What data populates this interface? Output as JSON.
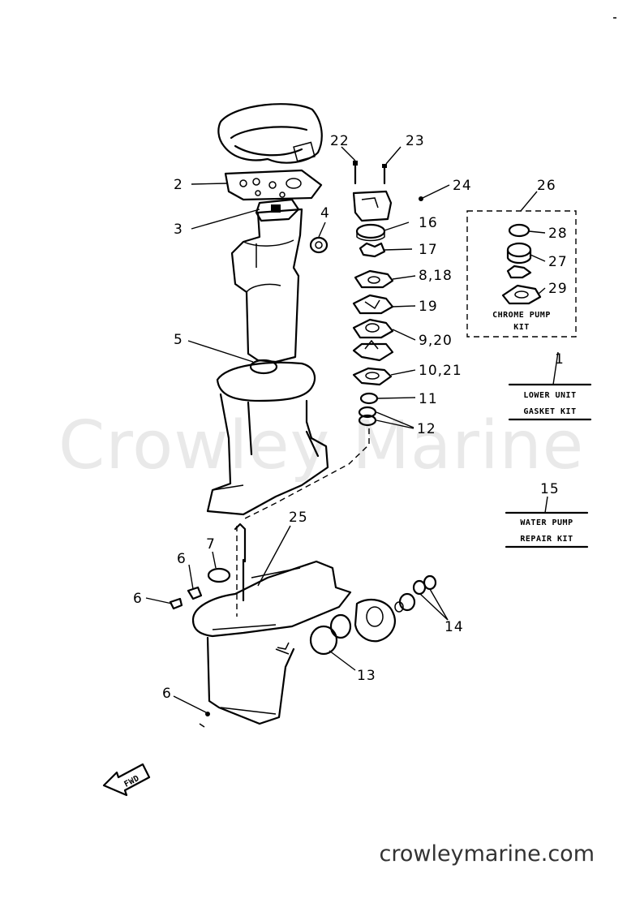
{
  "watermark": "Crowley Marine",
  "site": "crowleymarine.com",
  "labels": {
    "l2": "2",
    "l3": "3",
    "l4": "4",
    "l5": "5",
    "l6a": "6",
    "l6b": "6",
    "l6c": "6",
    "l7": "7",
    "l1": "1",
    "l15": "15",
    "l22": "22",
    "l23": "23",
    "l24": "24",
    "l26": "26",
    "l16": "16",
    "l17": "17",
    "l8_18": "8,18",
    "l19": "19",
    "l9_20": "9,20",
    "l10_21": "10,21",
    "l11": "11",
    "l12": "12",
    "l28": "28",
    "l27": "27",
    "l29": "29",
    "l25": "25",
    "l13": "13",
    "l14": "14"
  },
  "kits": {
    "chrome_line1": "CHROME PUMP",
    "chrome_line2": "KIT",
    "lower_line1": "LOWER UNIT",
    "lower_line2": "GASKET KIT",
    "water_line1": "WATER PUMP",
    "water_line2": "REPAIR KIT"
  },
  "fwd": "FWD"
}
